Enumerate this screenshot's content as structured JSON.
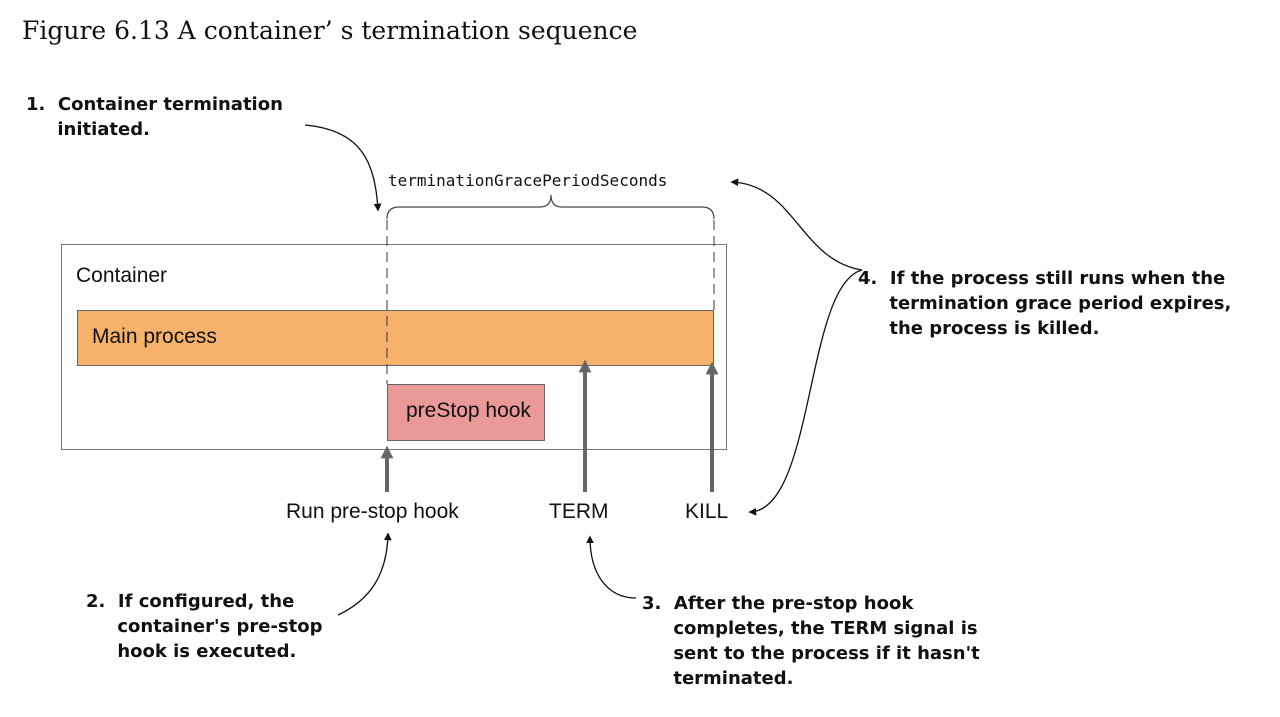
{
  "caption": "Figure 6.13 A container’ s termination sequence",
  "notes": {
    "n1": "1.  Container termination\n     initiated.",
    "n2": "2.  If configured, the\n     container's pre-stop\n     hook is executed.",
    "n3": "3.  After the pre-stop hook\n     completes, the TERM signal is\n     sent to the process if it hasn't\n     terminated.",
    "n4": "4.  If the process still runs when the\n     termination grace period expires,\n     the process is killed."
  },
  "grace_label": "terminationGracePeriodSeconds",
  "container_label": "Container",
  "main_process_label": "Main process",
  "prestop_hook_label": "preStop hook",
  "events": {
    "run_hook": "Run pre-stop hook",
    "term": "TERM",
    "kill": "KILL"
  },
  "colors": {
    "main_process": "#f6b26b",
    "prestop_hook": "#ea9999",
    "arrow": "#666666"
  }
}
